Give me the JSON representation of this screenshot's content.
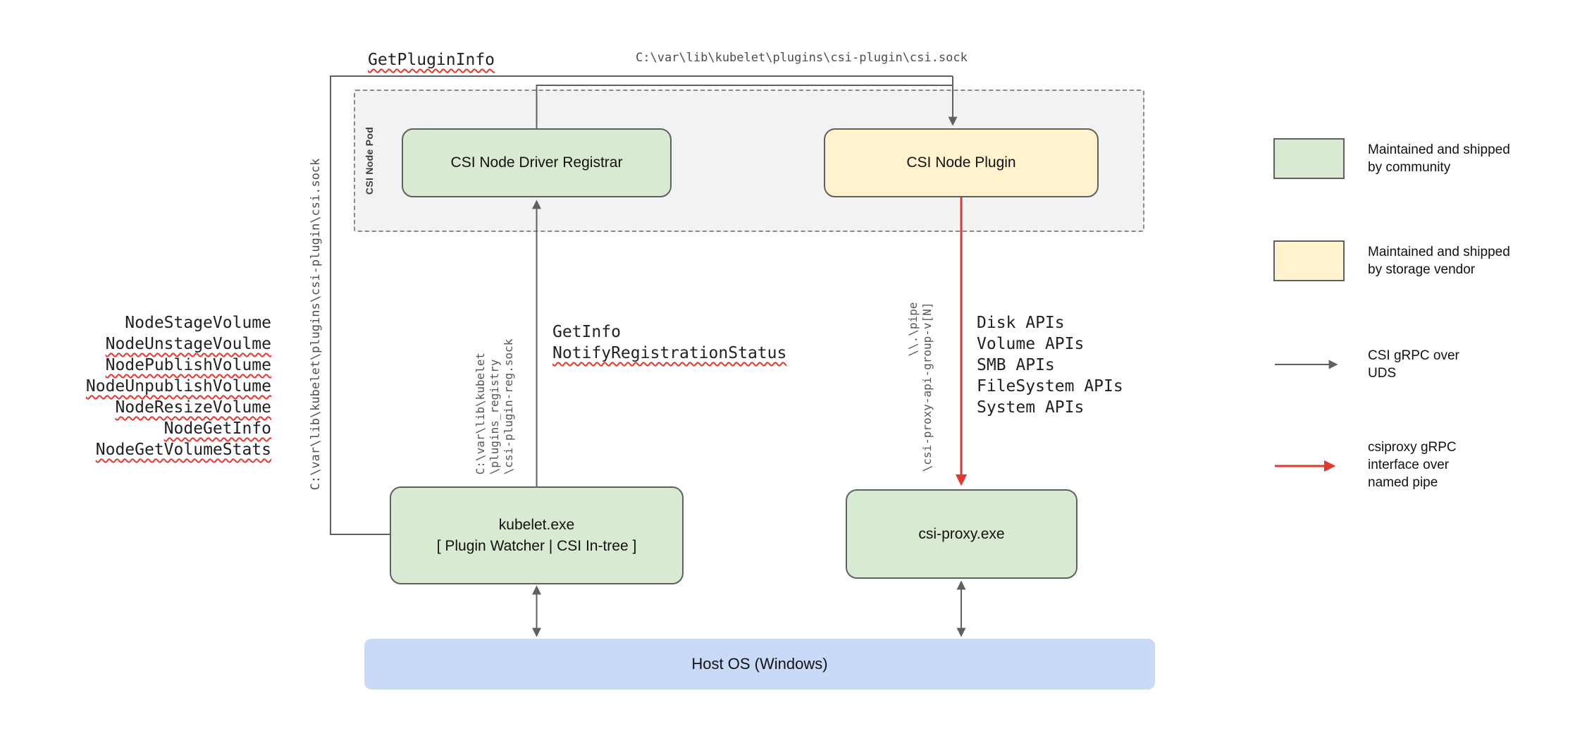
{
  "labels": {
    "get_plugin_info": "GetPluginInfo",
    "csi_sock_path": "C:\\var\\lib\\kubelet\\plugins\\csi-plugin\\csi.sock",
    "left_socket_path": "C:\\var\\lib\\kubelet\\plugins\\csi-plugin\\csi.sock",
    "reg_socket": "C:\\var\\lib\\kubelet\n\\plugins_registry\n\\csi-plugin-reg.sock",
    "get_info": "GetInfo",
    "notify_registration_status": "NotifyRegistrationStatus",
    "pipe_path": "\\\\.\\pipe\n\\csi-proxy-api-group-v[N]"
  },
  "pod": {
    "label": "CSI Node Pod",
    "registrar": "CSI Node Driver Registrar",
    "plugin": "CSI Node Plugin"
  },
  "node_calls": [
    "NodeStageVolume",
    "NodeUnstageVoulme",
    "NodePublishVolume",
    "NodeUnpublishVolume",
    "NodeResizeVolume",
    "NodeGetInfo",
    "NodeGetVolumeStats"
  ],
  "api_calls": [
    "Disk APIs",
    "Volume APIs",
    "SMB APIs",
    "FileSystem APIs",
    "System APIs"
  ],
  "boxes": {
    "kubelet": "kubelet.exe\n[ Plugin Watcher | CSI In-tree ]",
    "csi_proxy": "csi-proxy.exe",
    "host_os": "Host OS (Windows)"
  },
  "legend": {
    "community": "Maintained and shipped\nby community",
    "vendor": "Maintained and shipped\nby storage vendor",
    "uds": "CSI gRPC over\nUDS",
    "pipe": "csiproxy gRPC\ninterface over\nnamed pipe"
  },
  "colors": {
    "community_fill": "#d9ead3",
    "vendor_fill": "#fff2cc",
    "host_fill": "#c9daf8",
    "pod_fill": "#f2f2f2",
    "line": "#606060",
    "red_line": "#e5372e"
  }
}
